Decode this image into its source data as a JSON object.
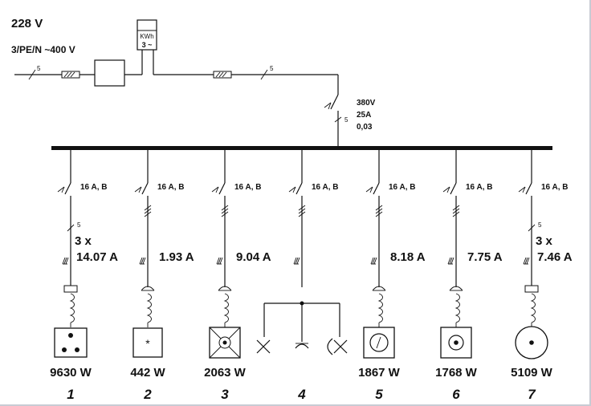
{
  "supply": {
    "voltage": "228 V",
    "system": "3/PE/N ~400 V",
    "incoming_conductors": "5",
    "meter_unit": "KWh",
    "meter_phase": "3 ~",
    "meter_out_conductors": "5"
  },
  "main_breaker": {
    "voltage": "380V",
    "current": "25A",
    "sensitivity": "0,03",
    "conductors": "5"
  },
  "circuits": [
    {
      "number": "1",
      "breaker": "16 A, B",
      "conductors": "5",
      "current_prefix": "3 x",
      "current": "14.07 A",
      "power": "9630 W"
    },
    {
      "number": "2",
      "breaker": "16 A, B",
      "conductors": "",
      "current_prefix": "",
      "current": "1.93 A",
      "power": "442 W"
    },
    {
      "number": "3",
      "breaker": "16 A, B",
      "conductors": "",
      "current_prefix": "",
      "current": "9.04 A",
      "power": "2063 W"
    },
    {
      "number": "4",
      "breaker": "16 A, B",
      "conductors": "",
      "current_prefix": "",
      "current": "",
      "power": ""
    },
    {
      "number": "5",
      "breaker": "16 A, B",
      "conductors": "",
      "current_prefix": "",
      "current": "8.18 A",
      "power": "1867 W"
    },
    {
      "number": "6",
      "breaker": "16 A, B",
      "conductors": "",
      "current_prefix": "",
      "current": "7.75 A",
      "power": "1768 W"
    },
    {
      "number": "7",
      "breaker": "16 A, B",
      "conductors": "5",
      "current_prefix": "3 x",
      "current": "7.46 A",
      "power": "5109 W"
    }
  ]
}
